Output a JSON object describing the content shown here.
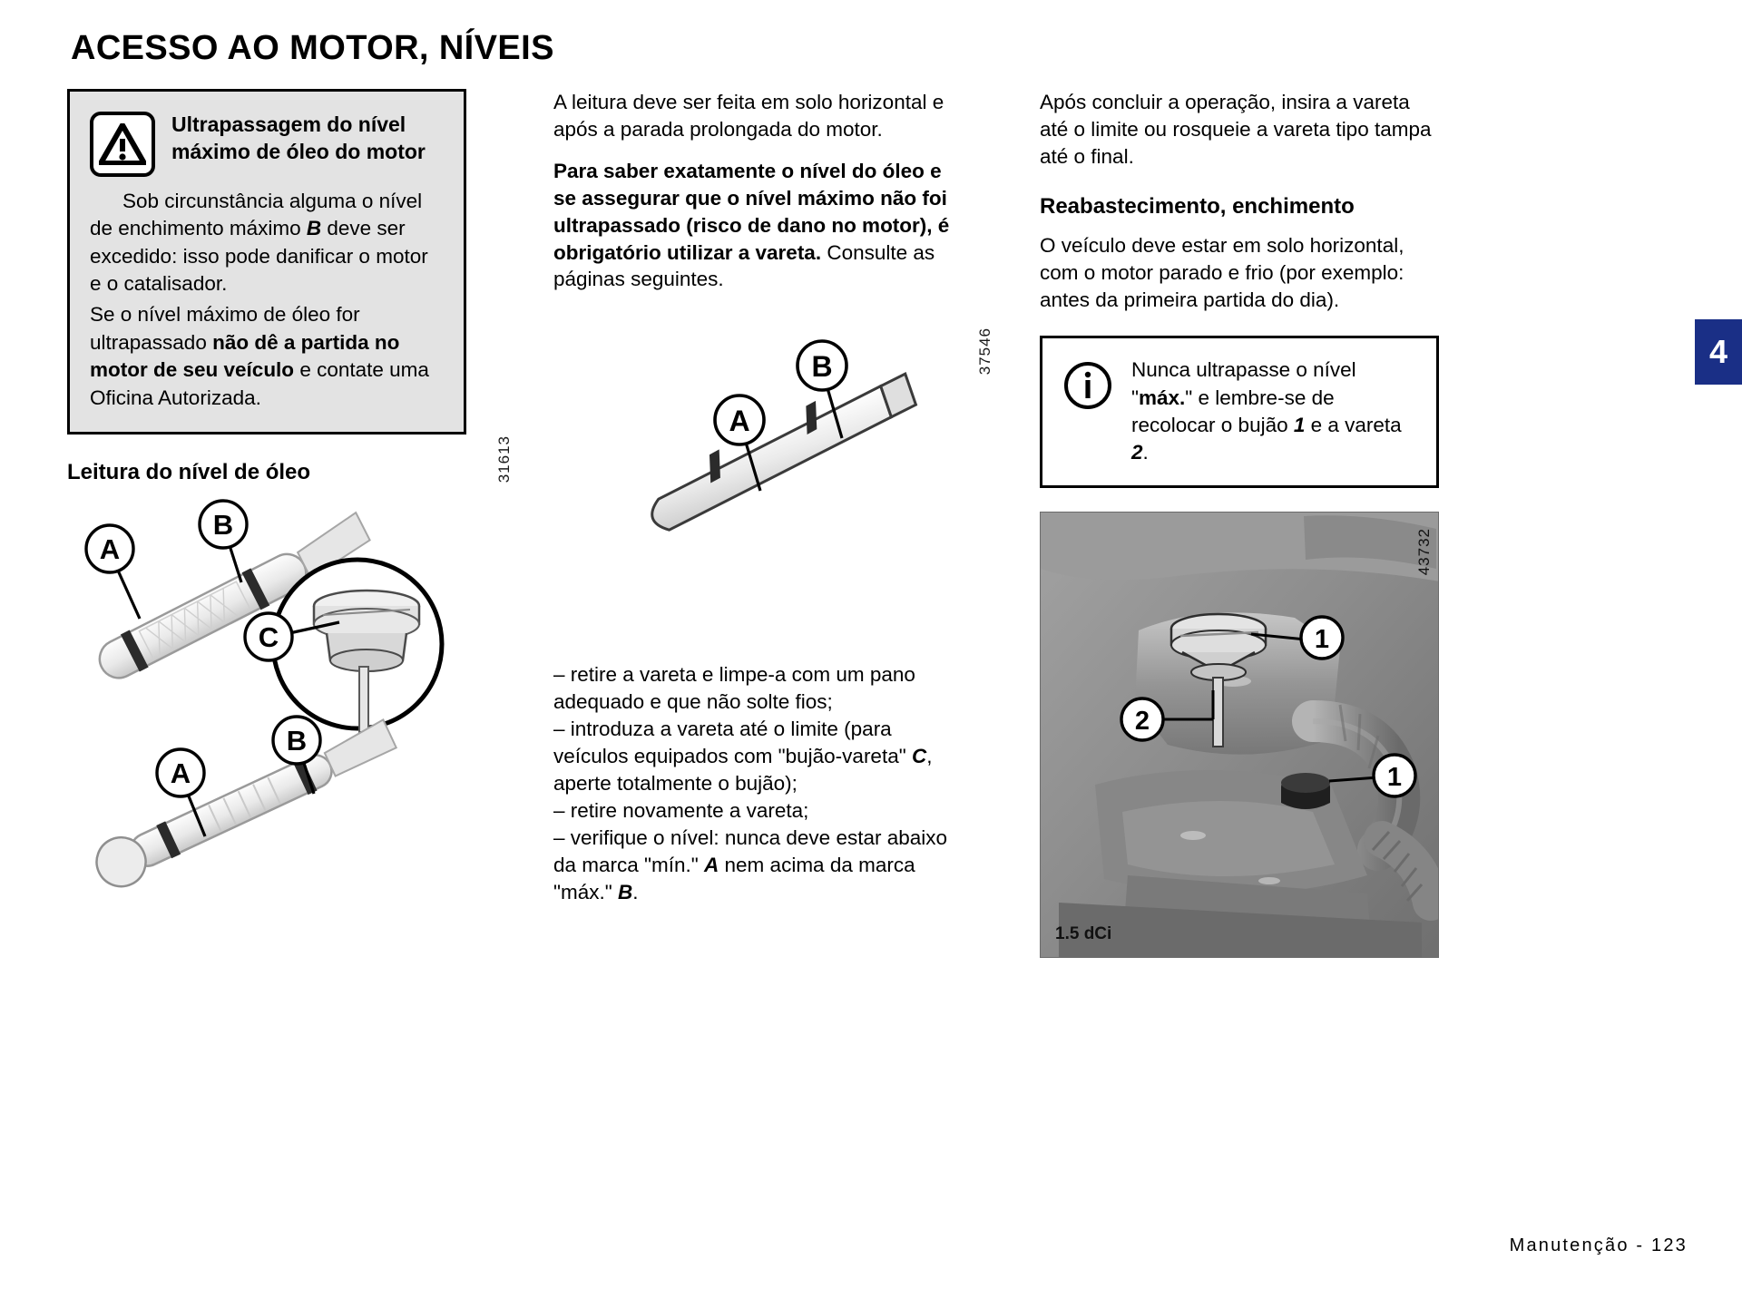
{
  "page": {
    "title": "ACESSO AO MOTOR, NÍVEIS",
    "chapter_tab": "4",
    "footer": "Manutenção - 123",
    "accent_color": "#1a2f86",
    "warning_box_bg": "#e3e3e3"
  },
  "left_column": {
    "warning": {
      "icon": "warning-triangle-icon",
      "heading": "Ultrapassagem do nível máximo de óleo do motor",
      "para1_pre": "Sob circunstância alguma o nível de enchimento máximo ",
      "para1_bold_italic": "B",
      "para1_post": " deve ser excedido: isso pode danificar o motor e o catalisador.",
      "para2_pre": "Se o nível máximo de óleo for ultrapassado ",
      "para2_bold": "não dê a partida no motor de seu veículo",
      "para2_post": " e contate uma Oficina Autorizada."
    },
    "section_heading": "Leitura do nível de óleo",
    "figure": {
      "number": "31613",
      "callouts": [
        "B",
        "A",
        "C",
        "B",
        "A"
      ]
    }
  },
  "middle_column": {
    "para1": "A leitura deve ser feita em solo horizontal e após a parada prolongada do motor.",
    "para2_bold": "Para saber exatamente o nível do óleo e se assegurar que o nível máximo não foi ultrapassado (risco de dano no motor), é obrigatório utilizar a vareta.",
    "para2_rest": " Consulte as páginas seguintes.",
    "figure": {
      "number": "37546",
      "callouts": [
        "B",
        "A"
      ]
    },
    "steps": [
      "– retire a vareta e limpe-a com um pano adequado e que não solte fios;",
      "– introduza a vareta até o limite (para veículos equipados com \"bujão-vareta\" C, aperte totalmente o bujão);",
      "– retire novamente a vareta;",
      "– verifique o nível: nunca deve estar abaixo da marca \"mín.\" A nem acima da marca \"máx.\" B."
    ],
    "steps_rich": {
      "s1": "– retire a vareta e limpe-a com um pano adequado e que não solte fios;",
      "s2_a": "– introduza a vareta até o limite (para veículos equipados com \"bujão-vareta\" ",
      "s2_bi": "C",
      "s2_b": ", aperte totalmente o bujão);",
      "s3": "– retire novamente a vareta;",
      "s4_a": "– verifique o nível: nunca deve estar abaixo da marca \"mín.\" ",
      "s4_bi1": "A",
      "s4_b": " nem acima da marca \"máx.\" ",
      "s4_bi2": "B",
      "s4_c": "."
    }
  },
  "right_column": {
    "para1": "Após concluir a operação, insira a vareta até o limite ou rosqueie a vareta tipo tampa até o final.",
    "section_heading": "Reabastecimento, enchimento",
    "para2": "O veículo deve estar em solo horizontal, com o motor parado e frio (por exemplo: antes da primeira partida do dia).",
    "info": {
      "icon": "info-circle-icon",
      "text_a": "Nunca ultrapasse o nível \"",
      "text_bold1": "máx.",
      "text_b": "\" e lembre-se de recolocar o bujão ",
      "text_bi1": "1",
      "text_c": " e a vareta ",
      "text_bi2": "2",
      "text_d": "."
    },
    "photo": {
      "number": "43732",
      "caption": "1.5 dCi",
      "callouts": [
        "1",
        "2",
        "1"
      ]
    }
  }
}
